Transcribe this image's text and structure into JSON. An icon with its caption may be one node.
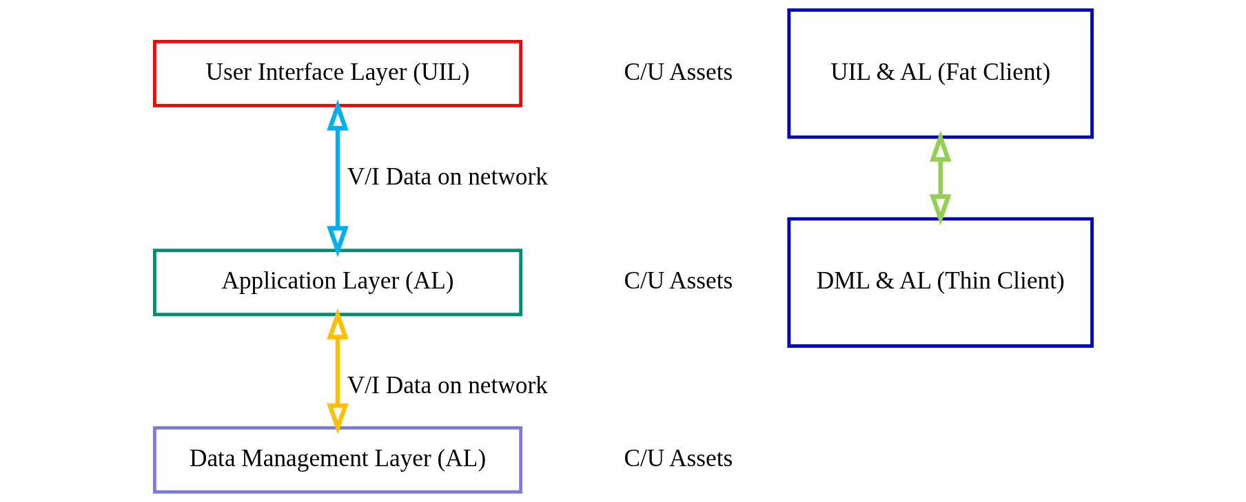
{
  "diagram": {
    "labels": [
      "C/U Assets",
      "C/U Assets",
      "C/U Assets"
    ],
    "nodes": [
      {
        "text": [
          "User Interface Layer (UIL)"
        ]
      },
      {
        "text": [
          "Application Layer (AL)"
        ]
      },
      {
        "text": [
          "Data Management Layer (AL)"
        ]
      },
      {
        "text": [
          "UIL & AL (Fat Client)"
        ]
      },
      {
        "text": [
          "DML & AL (Thin Client)"
        ]
      }
    ],
    "edges": [
      {
        "from": 0,
        "to": 1,
        "arrow": "both",
        "label": "V/I Data on network",
        "color": "#00b0f0"
      },
      {
        "from": 1,
        "to": 2,
        "arrow": "both",
        "label": "V/I Data on network",
        "color": "#ffc000"
      },
      {
        "from": 3,
        "to": 4,
        "arrow": "both",
        "color": "#92d050"
      }
    ]
  }
}
